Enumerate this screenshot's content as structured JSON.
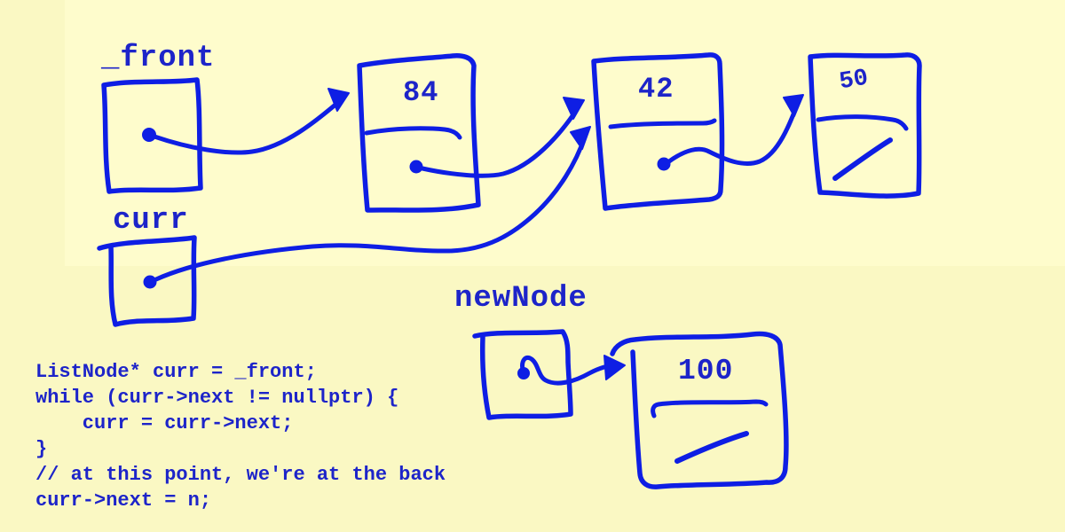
{
  "colors": {
    "background": "#FAF8C3",
    "background_highlight": "#FEFCCC",
    "ink": "#0E1EE4",
    "text": "#1D24C9"
  },
  "labels": {
    "front": "_front",
    "curr": "curr",
    "new_node": "newNode"
  },
  "nodes": [
    {
      "value": "84",
      "has_null_slash": false
    },
    {
      "value": "42",
      "has_null_slash": false
    },
    {
      "value": "50",
      "has_null_slash": true
    },
    {
      "value": "100",
      "has_null_slash": true
    }
  ],
  "pointers": [
    {
      "from": "_front",
      "to": "84"
    },
    {
      "from": "84",
      "to": "42"
    },
    {
      "from": "42",
      "to": "50"
    },
    {
      "from": "curr",
      "to": "42"
    },
    {
      "from": "newNode",
      "to": "100"
    }
  ],
  "code": {
    "lines": [
      "ListNode* curr = _front;",
      "while (curr->next != nullptr) {",
      "    curr = curr->next;",
      "}",
      "// at this point, we're at the back",
      "curr->next = n;"
    ]
  }
}
